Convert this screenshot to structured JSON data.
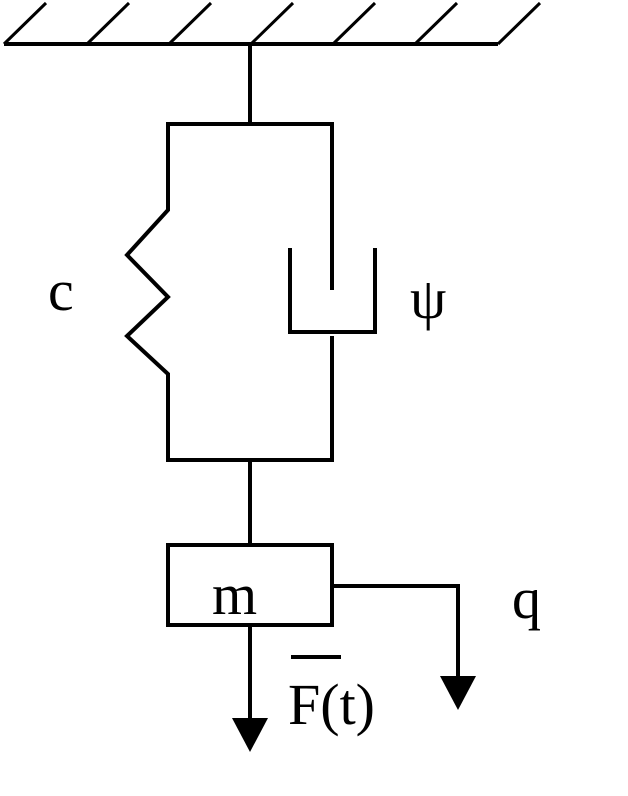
{
  "labels": {
    "spring": "c",
    "damper": "ψ",
    "mass": "m",
    "force": "F(t)",
    "displacement": "q"
  },
  "colors": {
    "ink": "#000000",
    "background": "#ffffff"
  }
}
